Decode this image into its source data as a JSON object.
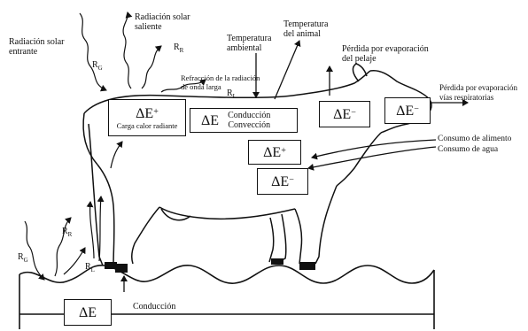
{
  "labels": {
    "rad_incoming": "Radiación solar\nentrante",
    "rad_outgoing": "Radiación solar\nsaliente",
    "rg_top": "R",
    "rg_top_sub": "G",
    "rr_top": "R",
    "rr_top_sub": "R",
    "refraction": "Refracción de la radiación\nde onda larga",
    "rl_top": "R",
    "rl_top_sub": "L",
    "temp_ambient": "Temperatura\nambiental",
    "temp_animal": "Temperatura\ndel animal",
    "evap_coat": "Pérdida por evaporación\ndel pelaje",
    "evap_resp": "Pérdida por evaporación\nvías respiratorias",
    "food": "Consumo de alimento",
    "water": "Consumo de agua",
    "rr_bottom": "R",
    "rr_bottom_sub": "R",
    "rg_bottom": "R",
    "rg_bottom_sub": "G",
    "rl_bottom": "R",
    "rl_bottom_sub": "L",
    "conduction_ground": "Conducción"
  },
  "boxes": {
    "radiant": {
      "symbol": "ΔE",
      "sign": "+",
      "caption": "Carga calor radiante"
    },
    "conv": {
      "symbol": "ΔE",
      "text": "Conducción\nConvección"
    },
    "coat": {
      "symbol": "ΔE",
      "sign": "−"
    },
    "resp": {
      "symbol": "ΔE",
      "sign": "−"
    },
    "food": {
      "symbol": "ΔE",
      "sign": "+"
    },
    "water": {
      "symbol": "ΔE",
      "sign": "−"
    },
    "ground": {
      "symbol": "ΔE"
    }
  }
}
